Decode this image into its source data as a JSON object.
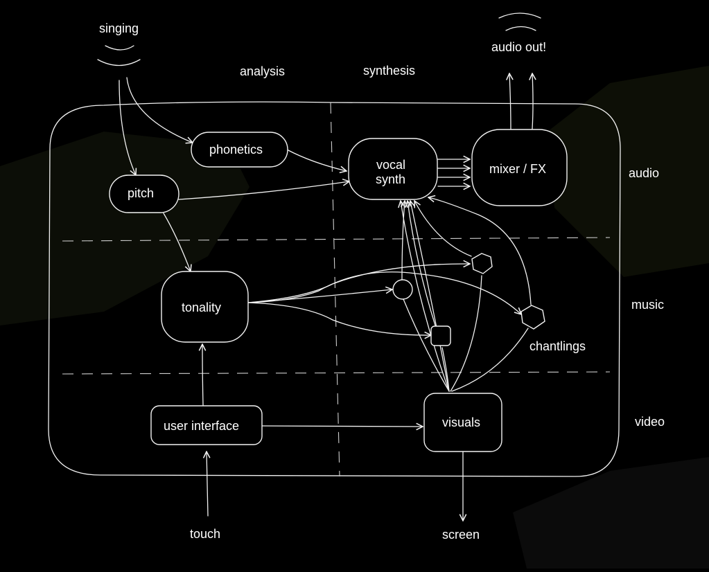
{
  "diagram": {
    "title": "singing to audio/visual pipeline",
    "colors": {
      "background": "#000000",
      "stroke": "#f2f2f2",
      "text": "#ffffff",
      "accent_shape": "#0d0f06"
    },
    "columns": {
      "analysis": "analysis",
      "synthesis": "synthesis"
    },
    "rows": {
      "audio": "audio",
      "music": "music",
      "video": "video"
    },
    "inputs": {
      "singing": "singing",
      "touch": "touch"
    },
    "outputs": {
      "audio_out": "audio out!",
      "screen": "screen"
    },
    "nodes": {
      "phonetics": "phonetics",
      "pitch": "pitch",
      "vocal_synth_line1": "vocal",
      "vocal_synth_line2": "synth",
      "mixer_fx": "mixer / FX",
      "tonality": "tonality",
      "user_interface": "user interface",
      "visuals": "visuals",
      "chantlings": "chantlings"
    },
    "edges": [
      [
        "singing",
        "phonetics"
      ],
      [
        "singing",
        "pitch"
      ],
      [
        "phonetics",
        "vocal synth"
      ],
      [
        "pitch",
        "vocal synth"
      ],
      [
        "pitch",
        "tonality"
      ],
      [
        "vocal synth",
        "mixer / FX"
      ],
      [
        "mixer / FX",
        "audio out!"
      ],
      [
        "tonality",
        "chantling circle"
      ],
      [
        "tonality",
        "chantling hexagon"
      ],
      [
        "tonality",
        "chantling square"
      ],
      [
        "tonality",
        "chantling pentagon"
      ],
      [
        "chantlings",
        "vocal synth"
      ],
      [
        "chantlings",
        "visuals"
      ],
      [
        "user interface",
        "tonality"
      ],
      [
        "user interface",
        "visuals"
      ],
      [
        "touch",
        "user interface"
      ],
      [
        "visuals",
        "screen"
      ]
    ]
  }
}
